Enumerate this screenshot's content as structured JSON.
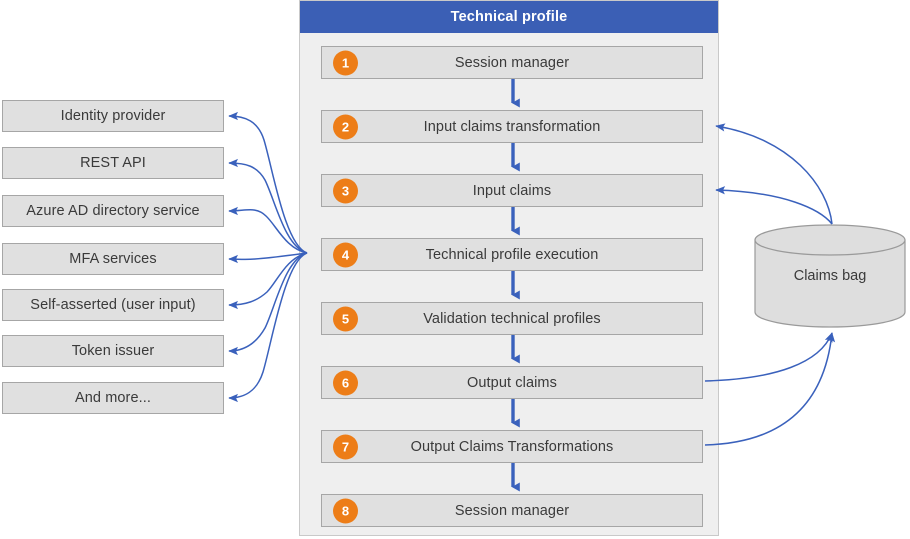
{
  "panel": {
    "title": "Technical profile",
    "header_color": "#3b5fb5",
    "background_color": "#efefef",
    "badge_color": "#ed7d17",
    "box_color": "#e0e0e0",
    "arrow_color": "#3a61bc"
  },
  "steps": [
    {
      "number": "1",
      "label": "Session manager"
    },
    {
      "number": "2",
      "label": "Input claims transformation"
    },
    {
      "number": "3",
      "label": "Input claims"
    },
    {
      "number": "4",
      "label": "Technical profile execution"
    },
    {
      "number": "5",
      "label": "Validation technical profiles"
    },
    {
      "number": "6",
      "label": "Output claims"
    },
    {
      "number": "7",
      "label": "Output Claims Transformations"
    },
    {
      "number": "8",
      "label": "Session manager"
    }
  ],
  "sources": [
    {
      "label": "Identity provider"
    },
    {
      "label": "REST API"
    },
    {
      "label": "Azure AD directory service"
    },
    {
      "label": "MFA services"
    },
    {
      "label": "Self-asserted (user input)"
    },
    {
      "label": "Token issuer"
    },
    {
      "label": "And more..."
    }
  ],
  "store": {
    "label": "Claims bag"
  }
}
